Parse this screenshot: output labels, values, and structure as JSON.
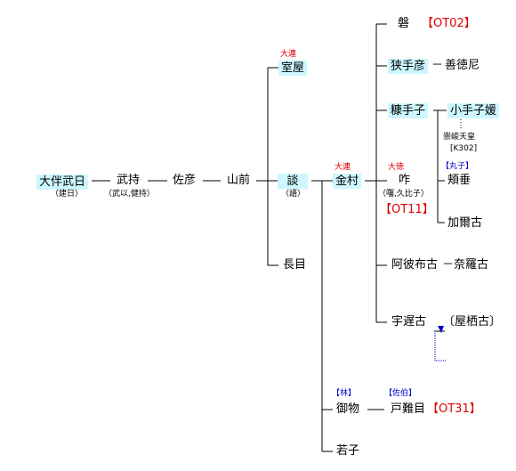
{
  "colors": {
    "highlight": "#ccf7ff",
    "red": "#e00000",
    "blue": "#0000cc",
    "line": "#000000",
    "arrow": "#0000cc"
  },
  "people": {
    "otomo_takehi": "大伴武日",
    "takehi_note": "（建日）",
    "takemochi": "武持",
    "takemochi_note": "（武以,健持）",
    "sahiko": "佐彦",
    "yamasaki": "山前",
    "dan": "談",
    "dan_note": "（語）",
    "muroya": "室屋",
    "muroya_title": "大連",
    "nagame": "長目",
    "kanamura": "金村",
    "kanamura_title": "大連",
    "iwa": "磐",
    "iwa_code": "【OT02】",
    "satehiko": "狭手彦",
    "zentokuni": "善徳尼",
    "nukateko": "糠手子",
    "oteko": "小手子媛",
    "sushun": "崇峻天皇",
    "sushun_code": "[K302]",
    "kui": "咋",
    "kui_title": "大徳",
    "kui_note": "（囓,久比子）",
    "kui_code": "【OT11】",
    "marako_clan": "【丸子】",
    "hotsutari": "頬垂",
    "kaneko": "加爾古",
    "ahafuko": "阿彼布古",
    "narako": "奈羅古",
    "uguko": "宇遅古",
    "yasuko": "〔屋栖古〕",
    "mimono": "御物",
    "mimono_clan": "【林】",
    "tonamie": "戸難目",
    "tonamie_clan": "【佐伯】",
    "tonamie_code": "【OT31】",
    "wakako": "若子",
    "dash": "－"
  }
}
